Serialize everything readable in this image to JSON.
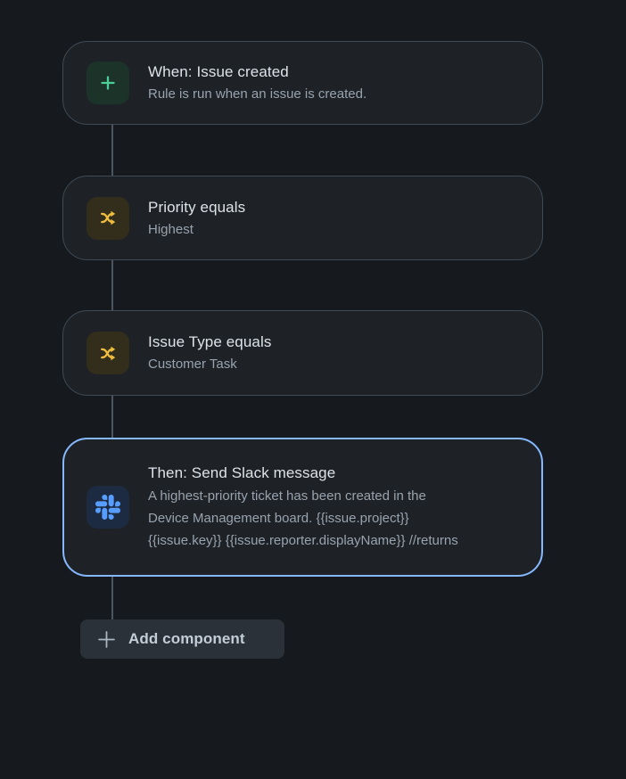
{
  "page": {
    "background_color": "#16191d",
    "card_background_color": "#1e2226",
    "card_border_color": "#404a54",
    "connector_color": "#4b5660",
    "selected_border_color": "#85B8FF"
  },
  "flow": {
    "cards": [
      {
        "title": "When: Issue created",
        "subtitle": "Rule is run when an issue is created.",
        "icon": "plus-icon",
        "icon_color": "#4BCE97",
        "icon_bg": "#1C3329",
        "selected": false
      },
      {
        "title": "Priority equals",
        "subtitle": "Highest",
        "icon": "shuffle-icon",
        "icon_color": "#EFBE3F",
        "icon_bg": "#332E1B",
        "selected": false
      },
      {
        "title": "Issue Type equals",
        "subtitle": "Customer Task",
        "icon": "shuffle-icon",
        "icon_color": "#EFBE3F",
        "icon_bg": "#332E1B",
        "selected": false
      },
      {
        "title": "Then: Send Slack message",
        "description_lines": [
          "A highest-priority ticket has been created in the",
          "Device Management board. {{issue.project}}",
          "{{issue.key}} {{issue.reporter.displayName}} //returns"
        ],
        "icon": "slack-icon",
        "icon_color": "#579DFF",
        "icon_bg": "#1C2B41",
        "selected": true
      }
    ],
    "add_button": {
      "label": "Add component"
    }
  }
}
